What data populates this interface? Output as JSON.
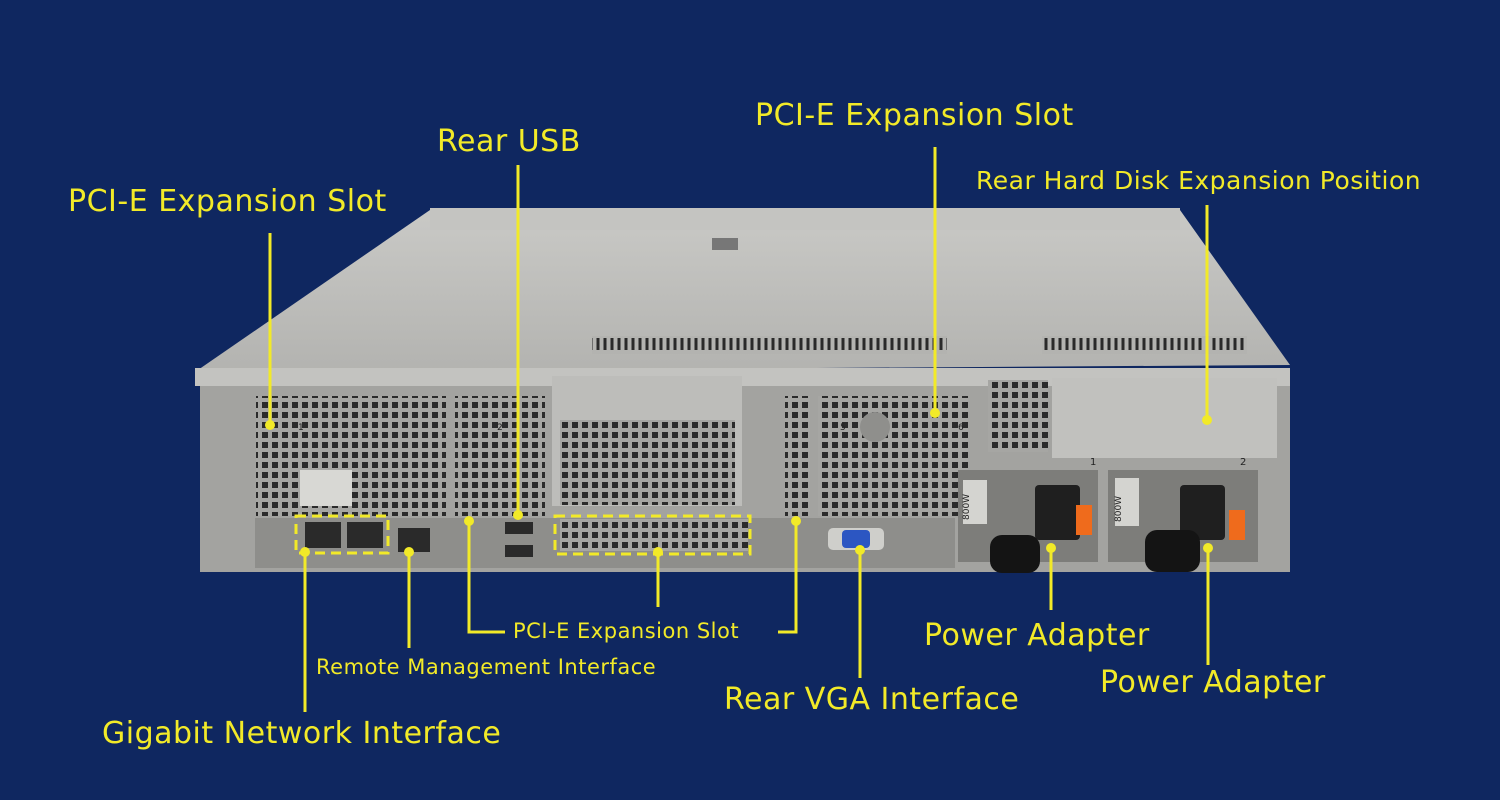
{
  "colors": {
    "background": "#0f2760",
    "label": "#f2ea28",
    "chassis": "#b9b9b6",
    "panel": "#9d9d9a"
  },
  "server": {
    "power_rating_1": "800W",
    "power_rating_2": "800W",
    "psu_slot_1": "1",
    "psu_slot_2": "2",
    "riser_marks": [
      "1",
      "2",
      "5",
      "6"
    ]
  },
  "callouts": {
    "pcie_slot_left": "PCI-E Expansion Slot",
    "rear_usb": "Rear USB",
    "pcie_slot_top": "PCI-E Expansion Slot",
    "rear_hdd": "Rear Hard Disk Expansion Position",
    "pcie_slot_center": "PCI-E Expansion Slot",
    "remote_mgmt": "Remote Management Interface",
    "gigabit_nic": "Gigabit Network Interface",
    "rear_vga": "Rear VGA Interface",
    "power_adapter_1": "Power Adapter",
    "power_adapter_2": "Power Adapter"
  }
}
